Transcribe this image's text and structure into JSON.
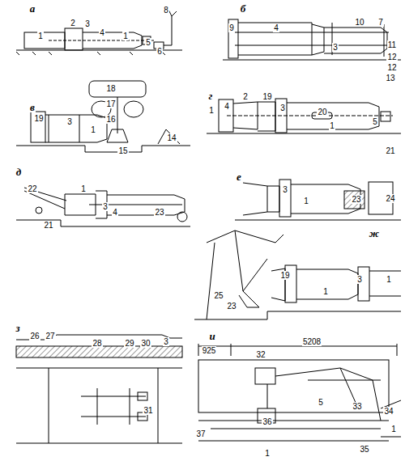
{
  "diagram": {
    "labels": [
      "а",
      "1",
      "2",
      "3",
      "4",
      "1",
      "8",
      "5",
      "6",
      "б",
      "9",
      "4",
      "3",
      "10",
      "7",
      "11",
      "12",
      "12",
      "13",
      "в",
      "18",
      "17",
      "16",
      "19",
      "3",
      "1",
      "15",
      "14",
      "г",
      "1",
      "4",
      "2",
      "19",
      "3",
      "20",
      "1",
      "5",
      "21",
      "д",
      "22",
      "1",
      "3",
      "4",
      "23",
      "21",
      "е",
      "3",
      "1",
      "23",
      "24",
      "ж",
      "25",
      "23",
      "19",
      "1",
      "3",
      "1",
      "з",
      "26",
      "27",
      "28",
      "29",
      "30",
      "3",
      "31",
      "и",
      "925",
      "5208",
      "32",
      "5",
      "33",
      "34",
      "1",
      "36",
      "37",
      "35",
      "1"
    ]
  }
}
